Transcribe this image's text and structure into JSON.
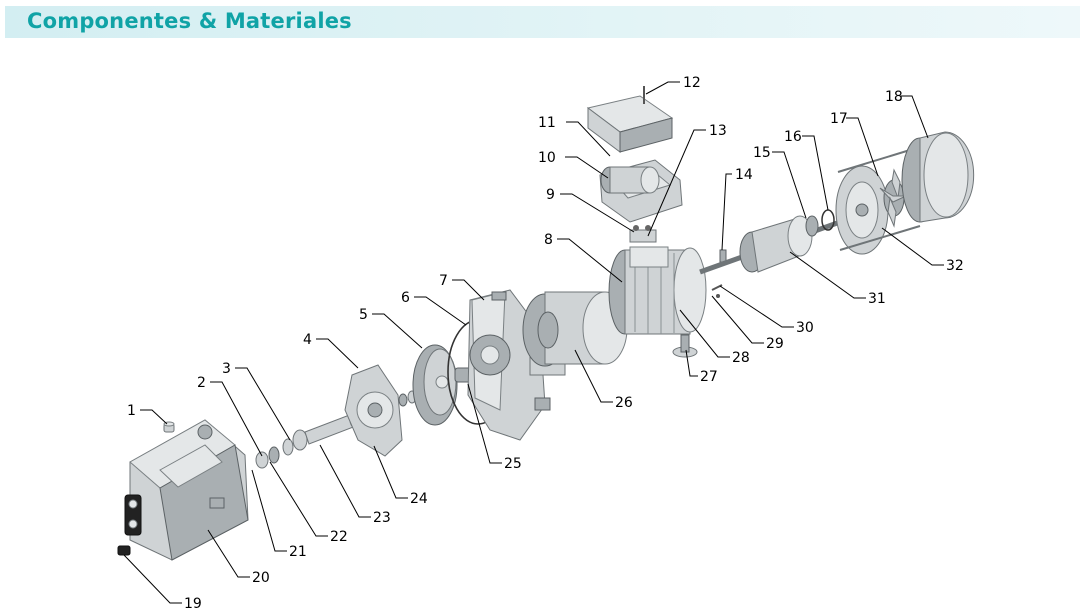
{
  "header": {
    "title": "Componentes & Materiales"
  },
  "labels": {
    "p1": "1",
    "p2": "2",
    "p3": "3",
    "p4": "4",
    "p5": "5",
    "p6": "6",
    "p7": "7",
    "p8": "8",
    "p9": "9",
    "p10": "10",
    "p11": "11",
    "p12": "12",
    "p13": "13",
    "p14": "14",
    "p15": "15",
    "p16": "16",
    "p17": "17",
    "p18": "18",
    "p19": "19",
    "p20": "20",
    "p21": "21",
    "p22": "22",
    "p23": "23",
    "p24": "24",
    "p25": "25",
    "p26": "26",
    "p27": "27",
    "p28": "28",
    "p29": "29",
    "p30": "30",
    "p31": "31",
    "p32": "32"
  },
  "colors": {
    "title": "#10a3a6",
    "title_bar": "#d3eef2",
    "part": "#cfd3d5"
  }
}
